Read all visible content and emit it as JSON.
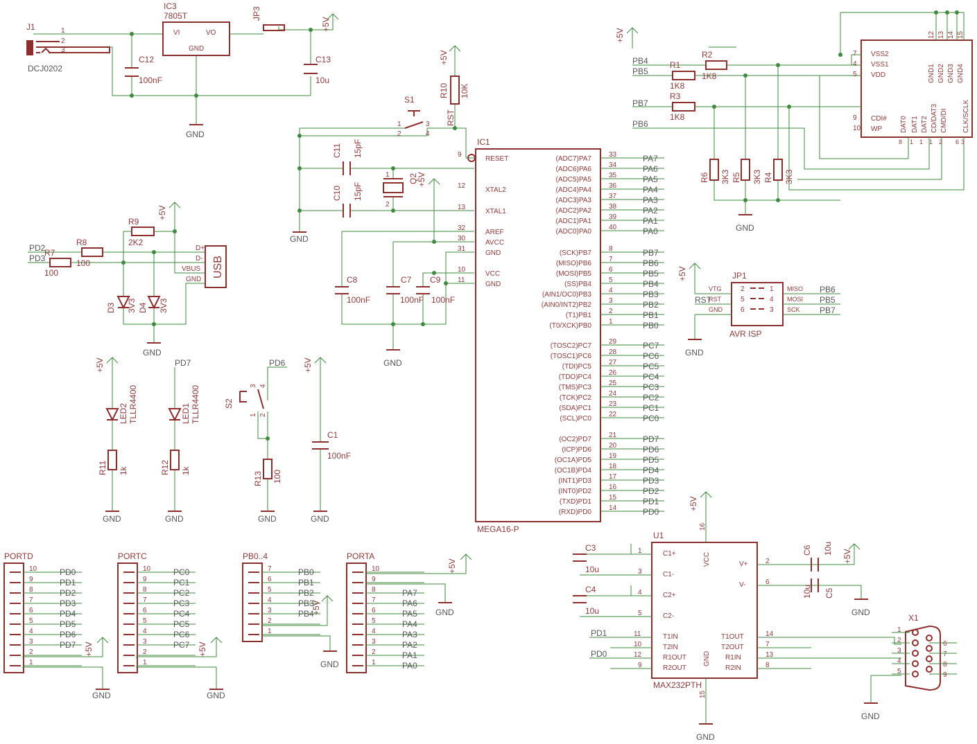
{
  "colors": {
    "wire": "#3e8a3e",
    "part": "#8c2e2e",
    "text": "#8c3a3a",
    "net": "#555555",
    "background": "#ffffff"
  },
  "power": {
    "title": "IC3",
    "reg": "7805T",
    "vi": "VI",
    "vo": "VO",
    "gnd_pin": "GND",
    "j1": "J1",
    "jack": "DCJ0202",
    "jp3": "JP3",
    "c12": "C12",
    "c12v": "100nF",
    "c13": "C13",
    "c13v": "10u",
    "p1": "1",
    "p2": "2",
    "p3": "3"
  },
  "mcu": {
    "name": "IC1",
    "model": "MEGA16-P",
    "left_pins": [
      {
        "label": "RESET",
        "num": "9"
      },
      {
        "label": "XTAL2",
        "num": "12"
      },
      {
        "label": "XTAL1",
        "num": "13"
      },
      {
        "label": "AREF",
        "num": "32"
      },
      {
        "label": "AVCC",
        "num": "30"
      },
      {
        "label": "GND",
        "num": "31"
      },
      {
        "label": "VCC",
        "num": "10"
      },
      {
        "label": "GND",
        "num": "11"
      }
    ],
    "right_pins": [
      {
        "label": "(ADC7)PA7",
        "num": "33",
        "net": "PA7"
      },
      {
        "label": "(ADC6)PA6",
        "num": "34",
        "net": "PA6"
      },
      {
        "label": "(ADC5)PA5",
        "num": "35",
        "net": "PA5"
      },
      {
        "label": "(ADC4)PA4",
        "num": "36",
        "net": "PA4"
      },
      {
        "label": "(ADC3)PA3",
        "num": "37",
        "net": "PA3"
      },
      {
        "label": "(ADC2)PA2",
        "num": "38",
        "net": "PA2"
      },
      {
        "label": "(ADC1)PA1",
        "num": "39",
        "net": "PA1"
      },
      {
        "label": "(ADC0)PA0",
        "num": "40",
        "net": "PA0"
      },
      {
        "label": "(SCK)PB7",
        "num": "8",
        "net": "PB7"
      },
      {
        "label": "(MISO)PB6",
        "num": "7",
        "net": "PB6"
      },
      {
        "label": "(MOSI)PB5",
        "num": "6",
        "net": "PB5"
      },
      {
        "label": "(SS)PB4",
        "num": "5",
        "net": "PB4"
      },
      {
        "label": "(AIN1/OC0)PB3",
        "num": "4",
        "net": "PB3"
      },
      {
        "label": "(AIN0/INT2)PB2",
        "num": "3",
        "net": "PB2"
      },
      {
        "label": "(T1)PB1",
        "num": "2",
        "net": "PB1"
      },
      {
        "label": "(T0/XCK)PB0",
        "num": "1",
        "net": "PB0"
      },
      {
        "label": "(TOSC2)PC7",
        "num": "29",
        "net": "PC7"
      },
      {
        "label": "(TOSC1)PC6",
        "num": "28",
        "net": "PC6"
      },
      {
        "label": "(TDI)PC5",
        "num": "27",
        "net": "PC5"
      },
      {
        "label": "(TDO)PC4",
        "num": "26",
        "net": "PC4"
      },
      {
        "label": "(TMS)PC3",
        "num": "25",
        "net": "PC3"
      },
      {
        "label": "(TCK)PC2",
        "num": "24",
        "net": "PC2"
      },
      {
        "label": "(SDA)PC1",
        "num": "23",
        "net": "PC1"
      },
      {
        "label": "(SCL)PC0",
        "num": "22",
        "net": "PC0"
      },
      {
        "label": "(OC2)PD7",
        "num": "21",
        "net": "PD7"
      },
      {
        "label": "(ICP)PD6",
        "num": "20",
        "net": "PD6"
      },
      {
        "label": "(OC1A)PD5",
        "num": "19",
        "net": "PD5"
      },
      {
        "label": "(OC1B)PD4",
        "num": "18",
        "net": "PD4"
      },
      {
        "label": "(INT1)PD3",
        "num": "17",
        "net": "PD3"
      },
      {
        "label": "(INT0)PD2",
        "num": "16",
        "net": "PD2"
      },
      {
        "label": "(TXD)PD1",
        "num": "15",
        "net": "PD1"
      },
      {
        "label": "(RXD)PD0",
        "num": "14",
        "net": "PD0"
      }
    ]
  },
  "reset": {
    "s1": "S1",
    "r10": "R10",
    "r10v": "10K",
    "rst": "RST",
    "p1": "1",
    "p2": "2",
    "p3": "3",
    "p4": "4"
  },
  "clock": {
    "c11": "C11",
    "c11v": "15pF",
    "c10": "C10",
    "c10v": "15pF",
    "q2": "Q2",
    "q1": "1",
    "q2p": "2"
  },
  "decoup": {
    "c8": "C8",
    "c8v": "100nF",
    "c7": "C7",
    "c7v": "100nF",
    "c9": "C9",
    "c9v": "100nF"
  },
  "usb": {
    "r9": "R9",
    "r9v": "2K2",
    "r8": "R8",
    "r8v": "100",
    "r7": "R7",
    "r7v": "100",
    "pd2": "PD2",
    "pd3": "PD3",
    "dp": "D+",
    "dm": "D-",
    "vbus": "VBUS",
    "gnd": "GND",
    "usb": "USB",
    "d3": "D3",
    "d3v": "3V3",
    "d4": "D4",
    "d4v": "3V3"
  },
  "leds": {
    "led2": "LED2",
    "led1": "LED1",
    "part": "TLLR4400",
    "r11": "R11",
    "r12": "R12",
    "rv": "1k",
    "pd7": "PD7"
  },
  "s2": {
    "s2": "S2",
    "pd6": "PD6",
    "r13": "R13",
    "r13v": "100",
    "c1": "C1",
    "c1v": "100nF",
    "p1": "1",
    "p2": "2",
    "p3": "3",
    "p4": "4"
  },
  "isp": {
    "name": "JP1",
    "title": "AVR ISP",
    "vtg": "VTG",
    "rst": "RST",
    "gnd": "GND",
    "miso": "MISO",
    "mosi": "MOSI",
    "sck": "SCK",
    "pb6": "PB6",
    "pb5": "PB5",
    "pb7": "PB7",
    "rstnet": "RST",
    "n1": "1",
    "n2": "2",
    "n3": "3",
    "n4": "4",
    "n5": "5",
    "n6": "6"
  },
  "sd": {
    "pb4": "PB4",
    "pb5": "PB5",
    "pb7": "PB7",
    "pb6": "PB6",
    "r1": "R1",
    "r1v": "1K8",
    "r2": "R2",
    "r2v": "1K8",
    "r3": "R3",
    "r3v": "1K8",
    "r4": "R4",
    "r5": "R5",
    "r6": "R6",
    "rv": "3K3",
    "pins_left": [
      {
        "label": "VSS2",
        "num": "7"
      },
      {
        "label": "VSS1",
        "num": "4"
      },
      {
        "label": "VDD",
        "num": "5"
      },
      {
        "label": "CDI#",
        "num": "9"
      },
      {
        "label": "WP",
        "num": "10"
      }
    ],
    "pins_top": [
      {
        "label": "GND1",
        "num": "12"
      },
      {
        "label": "GND2",
        "num": "13"
      },
      {
        "label": "GND3",
        "num": "14"
      },
      {
        "label": "GND4",
        "num": "15"
      }
    ],
    "pins_bottom": [
      {
        "label": "DAT0",
        "num": "8"
      },
      {
        "label": "DAT1",
        "num": "1"
      },
      {
        "label": "DAT2",
        "num": "1"
      },
      {
        "label": "CD/DAT3",
        "num": "1"
      },
      {
        "label": "CMD/DI",
        "num": "2"
      },
      {
        "label": "CLK/SCLK",
        "num": "3"
      },
      {
        "label": "",
        "num": "6"
      }
    ]
  },
  "headers": [
    {
      "title": "PORTD",
      "pins": [
        {
          "num": "10",
          "net": "PD0"
        },
        {
          "num": "9",
          "net": "PD1"
        },
        {
          "num": "8",
          "net": "PD2"
        },
        {
          "num": "7",
          "net": "PD3"
        },
        {
          "num": "6",
          "net": "PD4"
        },
        {
          "num": "5",
          "net": "PD5"
        },
        {
          "num": "4",
          "net": "PD6"
        },
        {
          "num": "3",
          "net": "PD7"
        },
        {
          "num": "2",
          "net": ""
        },
        {
          "num": "1",
          "net": ""
        }
      ]
    },
    {
      "title": "PORTC",
      "pins": [
        {
          "num": "10",
          "net": "PC0"
        },
        {
          "num": "9",
          "net": "PC1"
        },
        {
          "num": "8",
          "net": "PC2"
        },
        {
          "num": "7",
          "net": "PC3"
        },
        {
          "num": "6",
          "net": "PC4"
        },
        {
          "num": "5",
          "net": "PC5"
        },
        {
          "num": "4",
          "net": "PC6"
        },
        {
          "num": "3",
          "net": "PC7"
        },
        {
          "num": "2",
          "net": ""
        },
        {
          "num": "1",
          "net": ""
        }
      ]
    },
    {
      "title": "PB0..4",
      "pins": [
        {
          "num": "7",
          "net": "PB0"
        },
        {
          "num": "6",
          "net": "PB1"
        },
        {
          "num": "5",
          "net": "PB2"
        },
        {
          "num": "4",
          "net": "PB3"
        },
        {
          "num": "3",
          "net": "PB4"
        },
        {
          "num": "2",
          "net": ""
        },
        {
          "num": "1",
          "net": ""
        }
      ]
    },
    {
      "title": "PORTA",
      "pins": [
        {
          "num": "10",
          "net": ""
        },
        {
          "num": "9",
          "net": ""
        },
        {
          "num": "8",
          "net": "PA7"
        },
        {
          "num": "7",
          "net": "PA6"
        },
        {
          "num": "6",
          "net": "PA5"
        },
        {
          "num": "5",
          "net": "PA4"
        },
        {
          "num": "4",
          "net": "PA3"
        },
        {
          "num": "3",
          "net": "PA2"
        },
        {
          "num": "2",
          "net": "PA1"
        },
        {
          "num": "1",
          "net": "PA0"
        }
      ]
    }
  ],
  "max232": {
    "name": "U1",
    "model": "MAX232PTH",
    "c3": "C3",
    "c4": "C4",
    "c5": "C5",
    "c6": "C6",
    "cv": "10u",
    "c1p": "C1+",
    "c1m": "C1-",
    "c2p": "C2+",
    "c2m": "C2-",
    "vcc": "VCC",
    "gnd": "GND",
    "vp": "V+",
    "vm": "V-",
    "t1in": "T1IN",
    "t2in": "T2IN",
    "r1out": "R1OUT",
    "r2out": "R2OUT",
    "t1out": "T1OUT",
    "t2out": "T2OUT",
    "r1in": "R1IN",
    "r2in": "R2IN",
    "pd1": "PD1",
    "pd0": "PD0",
    "n1": "1",
    "n3": "3",
    "n4": "4",
    "n5": "5",
    "n2": "2",
    "n6": "6",
    "n16": "16",
    "n15": "15",
    "n11": "11",
    "n10": "10",
    "n12": "12",
    "n9": "9",
    "n14": "14",
    "n7": "7",
    "n13": "13",
    "n8": "8"
  },
  "x1": {
    "name": "X1",
    "left": [
      "1",
      "2",
      "3",
      "4",
      "5"
    ],
    "right": [
      "6",
      "7",
      "8",
      "9"
    ]
  },
  "symbols": {
    "gnd": "GND",
    "vcc": "+5V"
  }
}
